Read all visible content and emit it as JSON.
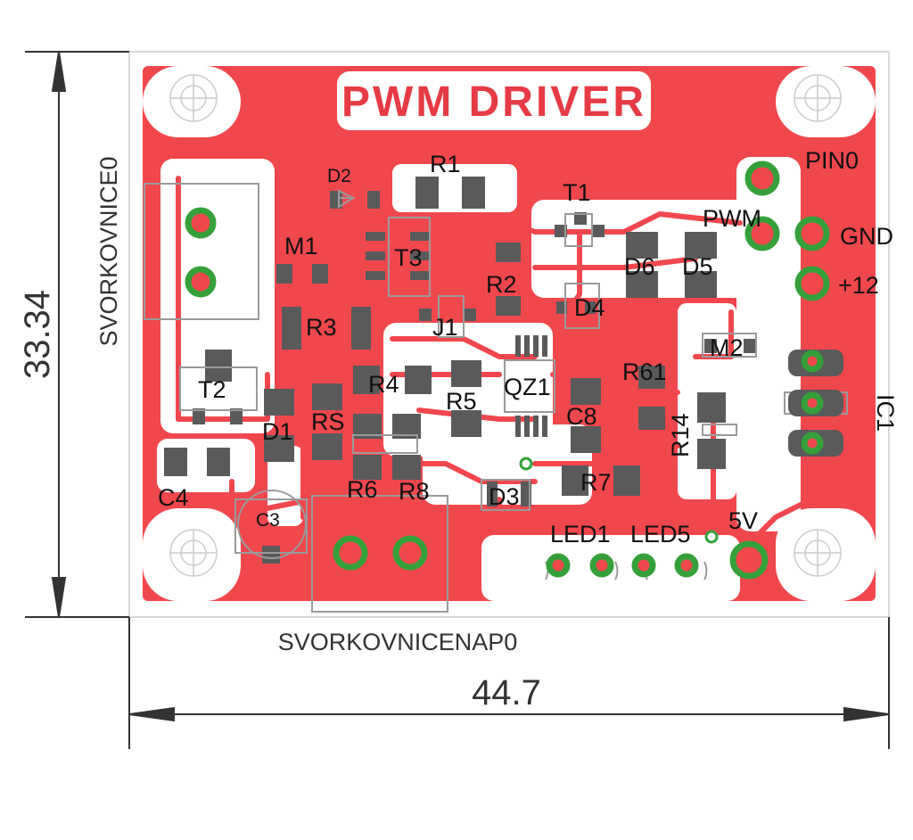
{
  "title": "PWM DRIVER",
  "dimensions": {
    "width": "44.7",
    "height": "33.34"
  },
  "connectors": {
    "left": "SVORKOVNICE0",
    "bottom": "SVORKOVNICENAP0"
  },
  "labels": {
    "d2": "D2",
    "r1": "R1",
    "t1": "T1",
    "pin0": "PIN0",
    "pwm": "PWM",
    "gnd": "GND",
    "m1": "M1",
    "t3": "T3",
    "d6": "D6",
    "d5": "D5",
    "plus12": "+12",
    "r2": "R2",
    "d4": "D4",
    "r3": "R3",
    "j1": "J1",
    "m2": "M2",
    "r4": "R4",
    "r61": "R61",
    "t2": "T2",
    "qz1": "QZ1",
    "r5": "R5",
    "ic1": "IC1",
    "c8": "C8",
    "rs": "RS",
    "r14": "R14",
    "d1": "D1",
    "c4": "C4",
    "r6": "R6",
    "r8": "R8",
    "r7": "R7",
    "d3": "D3",
    "c3": "C3",
    "led1": "LED1",
    "led5": "LED5",
    "v5": "5V"
  },
  "colors": {
    "copper": "#f0474d",
    "pad": "#5a5a5a",
    "via": "#35a03a",
    "silkscreen": "#9a9a9a",
    "title_text": "#e63b44"
  }
}
